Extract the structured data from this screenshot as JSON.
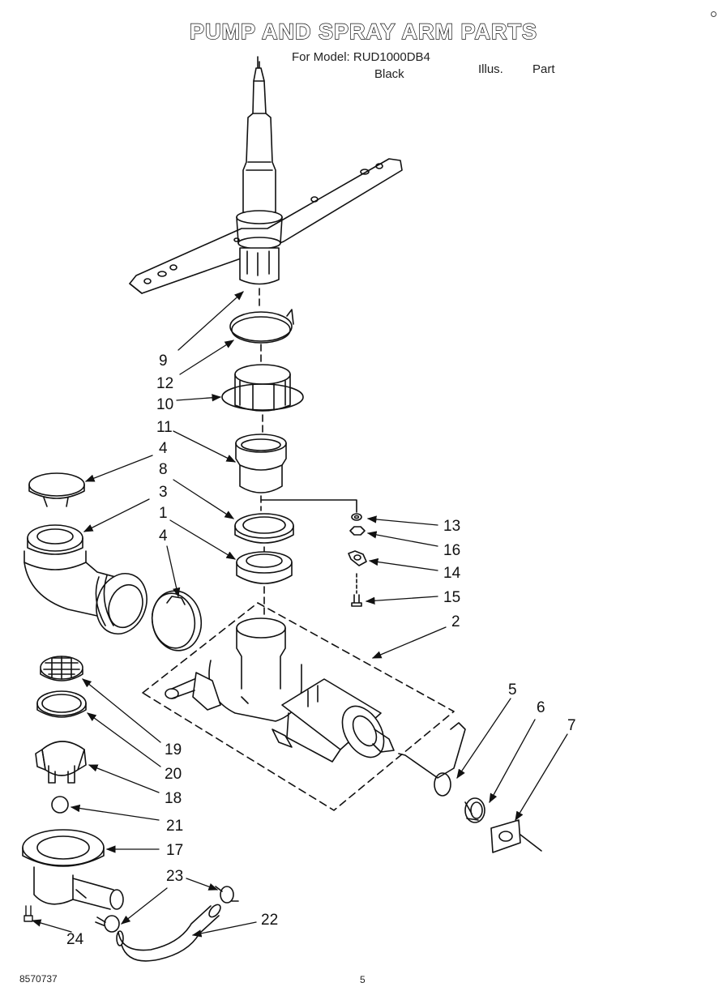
{
  "title": "PUMP AND SPRAY ARM PARTS",
  "header": {
    "model_label": "For Model: RUD1000DB4",
    "color_label": "Black",
    "illus_label": "Illus.",
    "part_label": "Part"
  },
  "callouts": [
    {
      "id": "c9",
      "label": "9"
    },
    {
      "id": "c12",
      "label": "12"
    },
    {
      "id": "c10",
      "label": "10"
    },
    {
      "id": "c11",
      "label": "11"
    },
    {
      "id": "c4a",
      "label": "4"
    },
    {
      "id": "c8",
      "label": "8"
    },
    {
      "id": "c3",
      "label": "3"
    },
    {
      "id": "c1",
      "label": "1"
    },
    {
      "id": "c4b",
      "label": "4"
    },
    {
      "id": "c13",
      "label": "13"
    },
    {
      "id": "c16",
      "label": "16"
    },
    {
      "id": "c14",
      "label": "14"
    },
    {
      "id": "c15",
      "label": "15"
    },
    {
      "id": "c2",
      "label": "2"
    },
    {
      "id": "c5",
      "label": "5"
    },
    {
      "id": "c6",
      "label": "6"
    },
    {
      "id": "c7",
      "label": "7"
    },
    {
      "id": "c19",
      "label": "19"
    },
    {
      "id": "c20",
      "label": "20"
    },
    {
      "id": "c18",
      "label": "18"
    },
    {
      "id": "c21",
      "label": "21"
    },
    {
      "id": "c17",
      "label": "17"
    },
    {
      "id": "c23",
      "label": "23"
    },
    {
      "id": "c22",
      "label": "22"
    },
    {
      "id": "c24",
      "label": "24"
    }
  ],
  "footer": {
    "doc_number": "8570737",
    "page_number": "5"
  }
}
